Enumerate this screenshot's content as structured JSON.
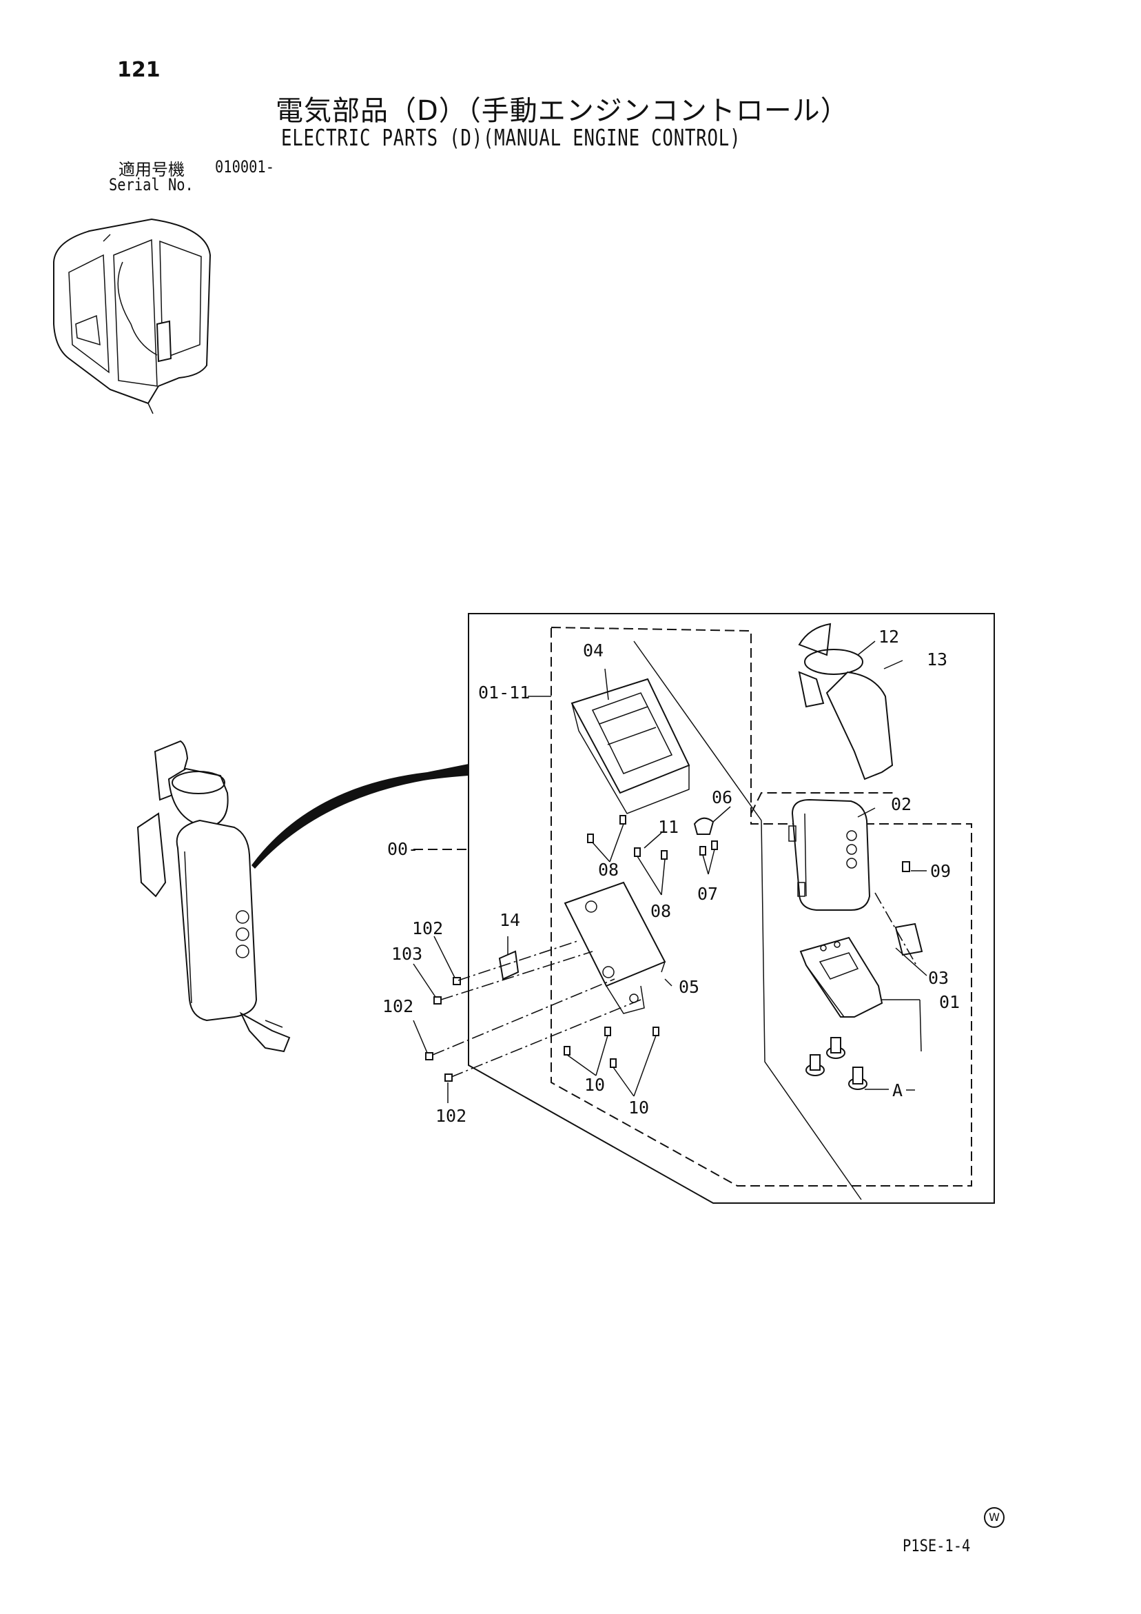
{
  "header": {
    "page_number": "121",
    "title_jp": "電気部品（D）（手動エンジンコントロール）",
    "title_en": "ELECTRIC PARTS (D)(MANUAL ENGINE CONTROL)",
    "serial_label_jp": "適用号機",
    "serial_value": "010001-",
    "serial_label_en": "Serial No."
  },
  "callouts": {
    "c04": "04",
    "c0111": "01-11",
    "c12": "12",
    "c13": "13",
    "c02": "02",
    "c06": "06",
    "c11": "11",
    "c08a": "08",
    "c08b": "08",
    "c07": "07",
    "c09": "09",
    "c00": "00-",
    "c14": "14",
    "c102a": "102",
    "c103": "103",
    "c102b": "102",
    "c102c": "102",
    "c05": "05",
    "c03": "03",
    "c01": "01",
    "c10a": "10",
    "c10b": "10",
    "cA": "A"
  },
  "footer": {
    "mark": "W",
    "code": "P1SE-1-4"
  }
}
